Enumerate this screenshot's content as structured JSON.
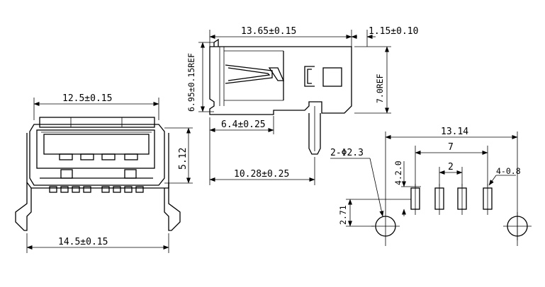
{
  "front_view": {
    "dim_top": "12.5±0.15",
    "dim_height": "5.12",
    "dim_bottom": "14.5±0.15"
  },
  "side_view": {
    "dim_top_length": "13.65±0.15",
    "dim_top_right": "1.15±0.10",
    "dim_left_height": "6.95±0.15REF",
    "dim_right_height": "7.0REF",
    "dim_mid": "6.4±0.25",
    "dim_bottom": "10.28±0.25"
  },
  "footprint": {
    "dim_total": "13.14",
    "dim_inner": "7",
    "dim_pitch": "2",
    "dim_pad_height": "4.2.0",
    "dim_pad_count": "4-0.8",
    "dim_hole": "2-Φ2.3",
    "dim_offset": "2.71"
  },
  "colors": {
    "line": "#000000",
    "background": "#ffffff"
  }
}
